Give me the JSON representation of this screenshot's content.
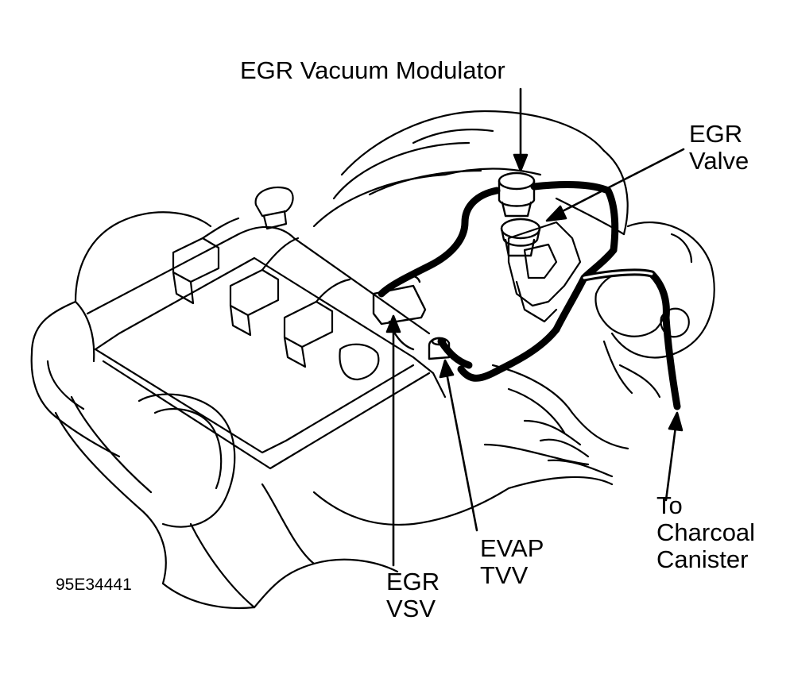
{
  "labels": {
    "egr_vacuum_modulator": "EGR Vacuum Modulator",
    "egr_valve": [
      "EGR",
      "Valve"
    ],
    "to_charcoal_canister": [
      "To",
      "Charcoal",
      "Canister"
    ],
    "evap_tvv": [
      "EVAP",
      "TVV"
    ],
    "egr_vsv": [
      "EGR",
      "VSV"
    ]
  },
  "figure_code": "95E34441",
  "colors": {
    "ink": "#000000",
    "paper": "#ffffff"
  }
}
